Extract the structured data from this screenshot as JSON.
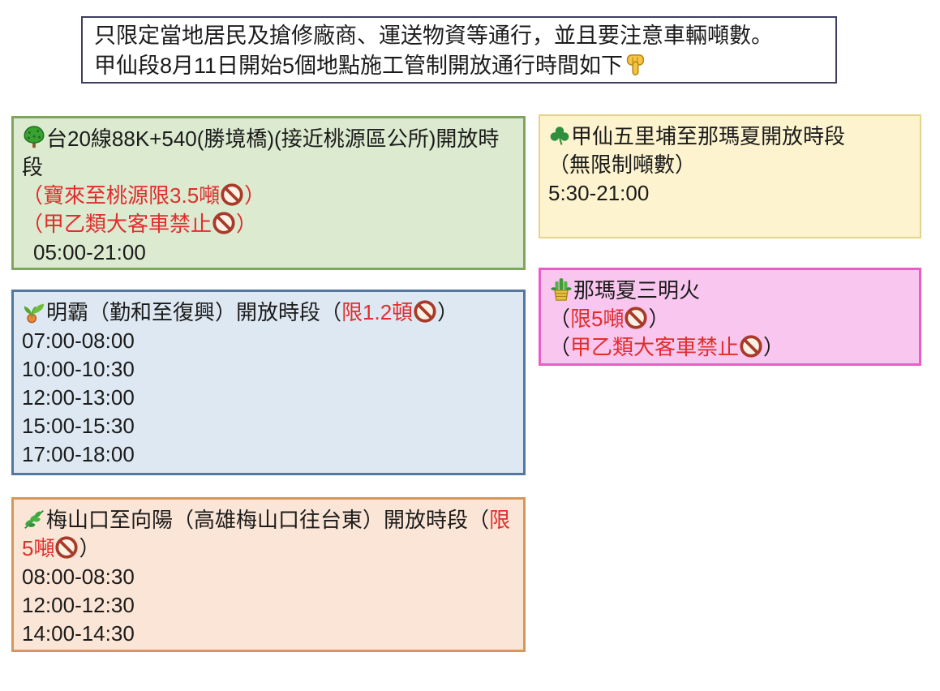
{
  "notice": {
    "line1": "只限定當地居民及搶修廠商、運送物資等通行，並且要注意車輛噸數。",
    "line2": "甲仙段8月11日開始5個地點施工管制開放通行時間如下",
    "pointer_icon": "pointing-down-icon"
  },
  "colors": {
    "red_text": "#e12d2d",
    "black_text": "#1b1b1b",
    "notice_border": "#3e3e62",
    "green_card_bg": "#dcead0",
    "green_card_border": "#7fa65e",
    "yellow_card_bg": "#fdf3cf",
    "yellow_card_border": "#e7d387",
    "pink_card_bg": "#f9c6ef",
    "pink_card_border": "#e85ec4",
    "blue_card_bg": "#dde8f2",
    "blue_card_border": "#53779d",
    "orange_card_bg": "#fbe5d6",
    "orange_card_border": "#d6975c",
    "no_entry_ring": "#a73a28"
  },
  "cards": {
    "tai20": {
      "icon": "tree-icon",
      "title": "台20線88K+540(勝境橋)(接近桃源區公所)開放時段",
      "restriction1": {
        "open": "（",
        "text": "寶來至桃源限3.5噸",
        "close": "）",
        "icon": "no-entry-icon"
      },
      "restriction2": {
        "open": "（",
        "text": "甲乙類大客車禁止",
        "close": "）",
        "icon": "no-entry-icon"
      },
      "time": "05:00-21:00"
    },
    "wulipu": {
      "icon": "shamrock-icon",
      "title": "甲仙五里埔至那瑪夏開放時段",
      "note": "（無限制噸數）",
      "time": "5:30-21:00"
    },
    "mingba": {
      "icon": "seedling-icon",
      "title_prefix": "明霸（勤和至復興）開放時段（",
      "restriction": "限1.2頓",
      "restriction_icon": "no-entry-icon",
      "title_suffix": "）",
      "times": [
        "07:00-08:00",
        "10:00-10:30",
        "12:00-13:00",
        "15:00-15:30",
        "17:00-18:00"
      ]
    },
    "namasia": {
      "icon": "pine-decoration-icon",
      "title": "那瑪夏三明火",
      "restriction1": {
        "open": "（",
        "text": "限5噸",
        "close": "）",
        "icon": "no-entry-icon"
      },
      "restriction2": {
        "open": "（",
        "text": "甲乙類大客車禁止",
        "close": "）",
        "icon": "no-entry-icon"
      }
    },
    "meishankou": {
      "icon": "herb-icon",
      "title_prefix": "梅山口至向陽（高雄梅山口往台東）開放時段（",
      "restriction": "限5噸",
      "restriction_icon": "no-entry-icon",
      "title_suffix": "）",
      "times": [
        "08:00-08:30",
        "12:00-12:30",
        "14:00-14:30"
      ]
    }
  }
}
